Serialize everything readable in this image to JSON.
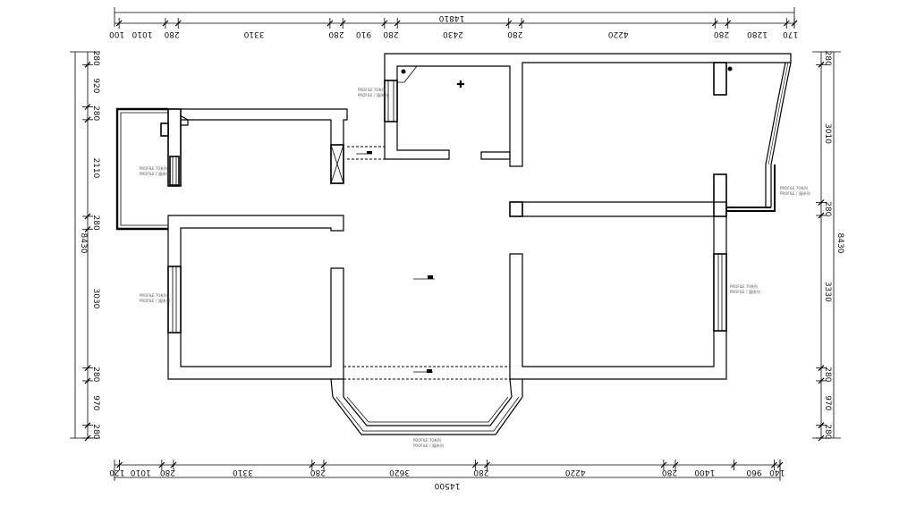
{
  "dimensions": {
    "top_total": "14810",
    "top_segments": [
      "100",
      "1010",
      "280",
      "3310",
      "280",
      "910",
      "280",
      "2430",
      "280",
      "4220",
      "280",
      "1280",
      "170"
    ],
    "bottom_total": "14500",
    "bottom_segments": [
      "120",
      "1010",
      "280",
      "3310",
      "280",
      "3620",
      "280",
      "4220",
      "280",
      "1400",
      "960",
      "140"
    ],
    "left_total": "8430",
    "left_segments": [
      "280",
      "920",
      "280",
      "2110",
      "280",
      "3030",
      "280",
      "970",
      "280"
    ],
    "right_total": "8430",
    "right_segments": [
      "280",
      "3010",
      "280",
      "3330",
      "280",
      "970",
      "280"
    ]
  },
  "annotations": {
    "window_note_line1": "PROFILE 70系列",
    "window_note_line2": "PROFILE 门窗系列"
  },
  "colors": {
    "stroke": "#000000",
    "background": "#ffffff"
  }
}
